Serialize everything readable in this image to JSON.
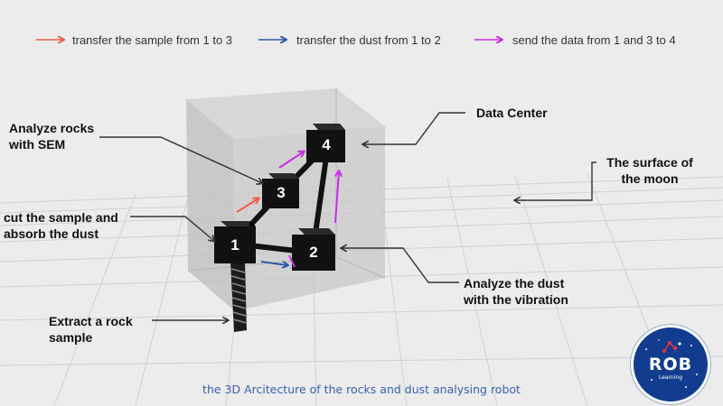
{
  "legend": [
    {
      "text": "transfer the sample from 1 to 3",
      "color": "#f25d45"
    },
    {
      "text": "transfer the dust from 1 to 2",
      "color": "#2d5aa8"
    },
    {
      "text": "send the data from 1 and 3 to 4",
      "color": "#c92ee6"
    }
  ],
  "nodes": {
    "n1": "1",
    "n2": "2",
    "n3": "3",
    "n4": "4"
  },
  "labels": {
    "analyze_rocks": "Analyze rocks with SEM",
    "cut_sample": "cut the sample and absorb the dust",
    "extract": "Extract a rock sample",
    "data_center": "Data Center",
    "surface": "The surface of the moon",
    "analyze_dust": "Analyze the dust with the vibration"
  },
  "caption": "the 3D Arcitecture of the rocks and dust  analysing robot",
  "logo": {
    "text": "ROB",
    "subtext": "Learning",
    "color": "#123d8f"
  }
}
